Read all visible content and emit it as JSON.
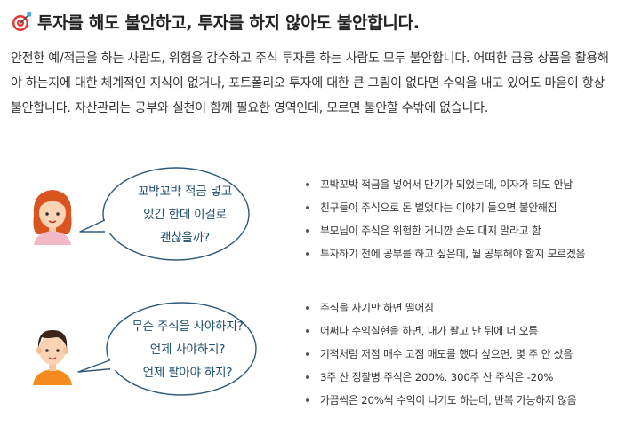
{
  "title": "투자를 해도 불안하고, 투자를 하지 않아도 불안합니다.",
  "intro": "안전한 예/적금을 하는 사람도, 위험을 감수하고 주식 투자를 하는 사람도 모두 불안합니다. 어떠한 금융 상품을 활용해야 하는지에 대한 체계적인 지식이 없거나, 포트폴리오 투자에 대한 큰 그림이 없다면 수익을 내고 있어도 마음이 항상 불안합니다. 자산관리는 공부와 실천이 함께 필요한 영역인데, 모르면 불안할 수밖에 없습니다.",
  "section1": {
    "bubble_lines": [
      "꼬박꼬박 적금 넣고",
      "있긴 한데 이걸로",
      "괜찮을까?"
    ],
    "points": [
      "꼬박꼬박 적금을 넣어서 만기가 되었는데, 이자가 티도 안남",
      "친구들이 주식으로 돈 벌었다는 이야기 들으면 불안해짐",
      "부모님이 주식은 위험한 거니깐 손도 대지 말라고 함",
      "투자하기 전에 공부를 하고 싶은데, 뭘 공부해야 할지 모르겠음"
    ]
  },
  "section2": {
    "bubble_lines": [
      "무슨 주식을 사야하지?",
      "언제 사야하지?",
      "언제 팔아야 하지?"
    ],
    "points": [
      "주식을 사기만 하면 떨어짐",
      "어쩌다 수익실현을 하면, 내가 팔고 난 뒤에 더 오름",
      "기적처럼 저점 매수 고점 매도를 했다 싶으면, 몇 주 안 샀음",
      "3주 산 정찰병 주식은 200%.  300주 산 주식은 -20%",
      "가끔씩은 20%씩 수익이 나기도 하는데, 반복 가능하지 않음"
    ]
  },
  "colors": {
    "bubble_stroke": "#2f5b7a",
    "bubble_text": "#1f4e6b",
    "hair_girl": "#d9541e",
    "hair_boy": "#3b2418",
    "shirt_girl": "#f2b8c6",
    "shirt_boy": "#f58a1f"
  }
}
